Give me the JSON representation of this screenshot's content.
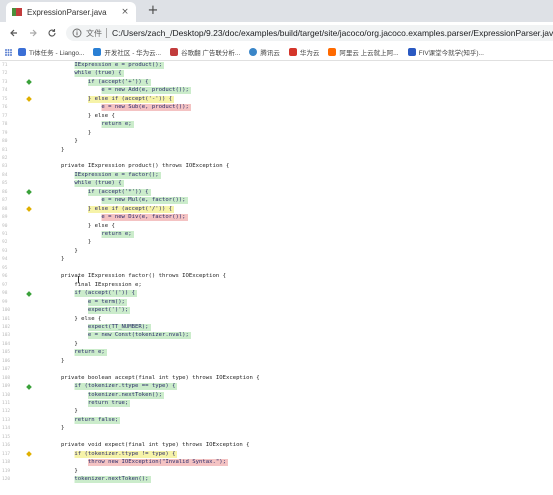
{
  "browser": {
    "tab_title": "ExpressionParser.java",
    "tab_close": "×",
    "new_tab": "+",
    "scheme_label": "文件",
    "url": "C:/Users/zach_/Desktop/9.23/doc/examples/build/target/site/jacoco/org.jacoco.examples.parser/ExpressionParser.java.html"
  },
  "bookmarks": [
    {
      "label": "Ti体任务 - Liango...",
      "color": "#3b6fd6"
    },
    {
      "label": "开发社区 - 华为云...",
      "color": "#2a7fd4"
    },
    {
      "label": "谷歌翻 广告联分析...",
      "color": "#c23c3c"
    },
    {
      "label": "腾讯云",
      "color": "#3a86c8"
    },
    {
      "label": "华为云",
      "color": "#d4352a"
    },
    {
      "label": "阿里云 上云就上阿...",
      "color": "#ff6a00"
    },
    {
      "label": "FIV课堂今就学(知乎)...",
      "color": "#2a59c2"
    }
  ],
  "code_lines": [
    {
      "no": "71",
      "text": "            IExpression e = product();",
      "cov": "fc",
      "marker": ""
    },
    {
      "no": "72",
      "text": "            while (true) {",
      "cov": "fc",
      "marker": ""
    },
    {
      "no": "73",
      "text": "                if (accept('+')) {",
      "cov": "fc",
      "marker": "g"
    },
    {
      "no": "74",
      "text": "                    e = new Add(e, product());",
      "cov": "fc",
      "marker": ""
    },
    {
      "no": "75",
      "text": "                } else if (accept('-')) {",
      "cov": "pc",
      "marker": "y"
    },
    {
      "no": "76",
      "text": "                    e = new Sub(e, product());",
      "cov": "nc",
      "marker": ""
    },
    {
      "no": "77",
      "text": "                } else {",
      "cov": "plain",
      "marker": ""
    },
    {
      "no": "78",
      "text": "                    return e;",
      "cov": "fc",
      "marker": ""
    },
    {
      "no": "79",
      "text": "                }",
      "cov": "plain",
      "marker": ""
    },
    {
      "no": "80",
      "text": "            }",
      "cov": "plain",
      "marker": ""
    },
    {
      "no": "81",
      "text": "        }",
      "cov": "plain",
      "marker": ""
    },
    {
      "no": "82",
      "text": "",
      "cov": "plain",
      "marker": ""
    },
    {
      "no": "83",
      "text": "        private IExpression product() throws IOException {",
      "cov": "plain",
      "marker": ""
    },
    {
      "no": "84",
      "text": "            IExpression e = factor();",
      "cov": "fc",
      "marker": ""
    },
    {
      "no": "85",
      "text": "            while (true) {",
      "cov": "fc",
      "marker": ""
    },
    {
      "no": "86",
      "text": "                if (accept('*')) {",
      "cov": "fc",
      "marker": "g"
    },
    {
      "no": "87",
      "text": "                    e = new Mul(e, factor());",
      "cov": "fc",
      "marker": ""
    },
    {
      "no": "88",
      "text": "                } else if (accept('/')) {",
      "cov": "pc",
      "marker": "y"
    },
    {
      "no": "89",
      "text": "                    e = new Div(e, factor());",
      "cov": "nc",
      "marker": ""
    },
    {
      "no": "90",
      "text": "                } else {",
      "cov": "plain",
      "marker": ""
    },
    {
      "no": "91",
      "text": "                    return e;",
      "cov": "fc",
      "marker": ""
    },
    {
      "no": "92",
      "text": "                }",
      "cov": "plain",
      "marker": ""
    },
    {
      "no": "93",
      "text": "            }",
      "cov": "plain",
      "marker": ""
    },
    {
      "no": "94",
      "text": "        }",
      "cov": "plain",
      "marker": ""
    },
    {
      "no": "95",
      "text": "",
      "cov": "plain",
      "marker": ""
    },
    {
      "no": "96",
      "text": "        private IExpression factor() throws IOException {",
      "cov": "plain",
      "marker": ""
    },
    {
      "no": "97",
      "text": "            final IExpression e;",
      "cov": "plain",
      "marker": ""
    },
    {
      "no": "98",
      "text": "            if (accept('(')) {",
      "cov": "fc",
      "marker": "g"
    },
    {
      "no": "99",
      "text": "                e = term();",
      "cov": "fc",
      "marker": ""
    },
    {
      "no": "100",
      "text": "                expect(')');",
      "cov": "fc",
      "marker": ""
    },
    {
      "no": "101",
      "text": "            } else {",
      "cov": "plain",
      "marker": ""
    },
    {
      "no": "102",
      "text": "                expect(TT_NUMBER);",
      "cov": "fc",
      "marker": ""
    },
    {
      "no": "103",
      "text": "                e = new Const(tokenizer.nval);",
      "cov": "fc",
      "marker": ""
    },
    {
      "no": "104",
      "text": "            }",
      "cov": "plain",
      "marker": ""
    },
    {
      "no": "105",
      "text": "            return e;",
      "cov": "fc",
      "marker": ""
    },
    {
      "no": "106",
      "text": "        }",
      "cov": "plain",
      "marker": ""
    },
    {
      "no": "107",
      "text": "",
      "cov": "plain",
      "marker": ""
    },
    {
      "no": "108",
      "text": "        private boolean accept(final int type) throws IOException {",
      "cov": "plain",
      "marker": ""
    },
    {
      "no": "109",
      "text": "            if (tokenizer.ttype == type) {",
      "cov": "fc",
      "marker": "g"
    },
    {
      "no": "110",
      "text": "                tokenizer.nextToken();",
      "cov": "fc",
      "marker": ""
    },
    {
      "no": "111",
      "text": "                return true;",
      "cov": "fc",
      "marker": ""
    },
    {
      "no": "112",
      "text": "            }",
      "cov": "plain",
      "marker": ""
    },
    {
      "no": "113",
      "text": "            return false;",
      "cov": "fc",
      "marker": ""
    },
    {
      "no": "114",
      "text": "        }",
      "cov": "plain",
      "marker": ""
    },
    {
      "no": "115",
      "text": "",
      "cov": "plain",
      "marker": ""
    },
    {
      "no": "116",
      "text": "        private void expect(final int type) throws IOException {",
      "cov": "plain",
      "marker": ""
    },
    {
      "no": "117",
      "text": "            if (tokenizer.ttype != type) {",
      "cov": "pc",
      "marker": "y"
    },
    {
      "no": "118",
      "text": "                throw new IOException(\"Invalid Syntax.\");",
      "cov": "nc",
      "marker": ""
    },
    {
      "no": "119",
      "text": "            }",
      "cov": "plain",
      "marker": ""
    },
    {
      "no": "120",
      "text": "            tokenizer.nextToken();",
      "cov": "fc",
      "marker": ""
    }
  ]
}
